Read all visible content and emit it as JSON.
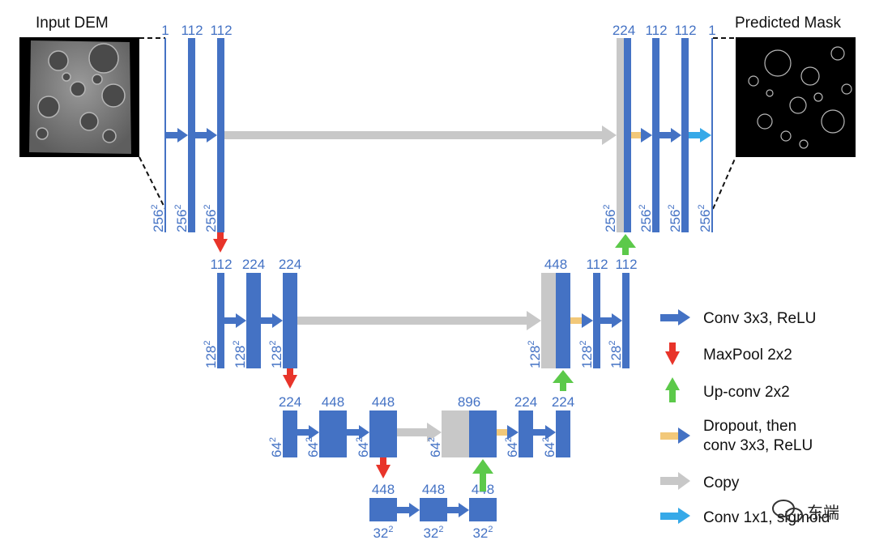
{
  "captions": {
    "input": "Input DEM",
    "output": "Predicted Mask"
  },
  "colors": {
    "blue": "#4472C4",
    "label": "#4472C4",
    "red": "#E8342A",
    "green": "#5CC94A",
    "gray": "#C8C8C8",
    "yellow": "#F2C879",
    "cyan": "#36A9E8"
  },
  "level1": {
    "top": [
      "1",
      "112",
      "112",
      "224",
      "112",
      "112",
      "1"
    ],
    "side": [
      "256",
      "256",
      "256",
      "256",
      "256",
      "256",
      "256"
    ]
  },
  "level2": {
    "top": [
      "112",
      "224",
      "224",
      "448",
      "112",
      "112"
    ],
    "side": [
      "128",
      "128",
      "128",
      "128",
      "128",
      "128"
    ]
  },
  "level3": {
    "top": [
      "224",
      "448",
      "448",
      "896",
      "224",
      "224"
    ],
    "side": [
      "64",
      "64",
      "64",
      "64",
      "64",
      "64"
    ]
  },
  "level4": {
    "top": [
      "448",
      "448",
      "448"
    ],
    "bottom": [
      "32",
      "32",
      "32"
    ]
  },
  "exponent": "2",
  "legend": [
    {
      "icon": "conv-arrow-icon",
      "lines": [
        "Conv 3x3, ReLU"
      ]
    },
    {
      "icon": "maxpool-arrow-icon",
      "lines": [
        "MaxPool 2x2"
      ]
    },
    {
      "icon": "upconv-arrow-icon",
      "lines": [
        "Up-conv 2x2"
      ]
    },
    {
      "icon": "dropout-arrow-icon",
      "lines": [
        "Dropout, then",
        "conv 3x3, ReLU"
      ]
    },
    {
      "icon": "copy-arrow-icon",
      "lines": [
        "Copy"
      ]
    },
    {
      "icon": "conv1x1-arrow-icon",
      "lines": [
        "Conv 1x1, sigmoid"
      ]
    }
  ],
  "watermark": "东端"
}
